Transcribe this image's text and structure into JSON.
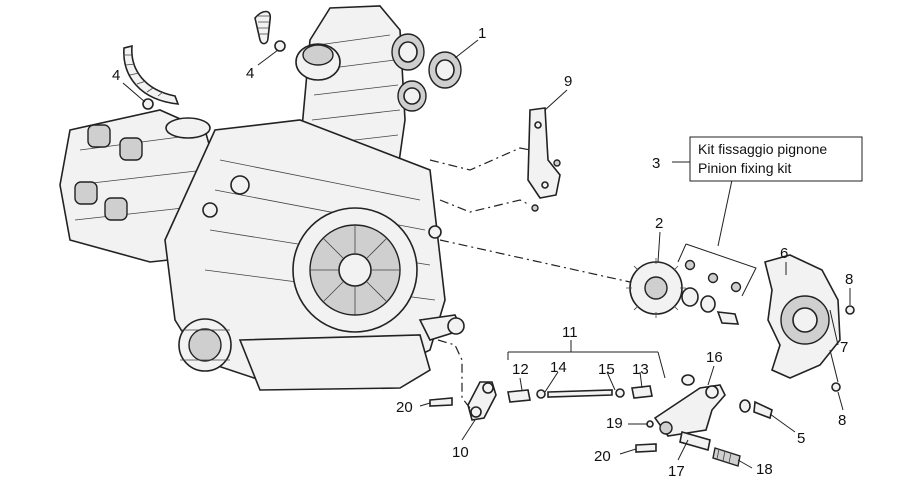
{
  "kit_box": {
    "line1": "Kit fissaggio pignone",
    "line2": "Pinion fixing kit"
  },
  "callouts": [
    {
      "id": "c1",
      "label": "1"
    },
    {
      "id": "c2",
      "label": "2"
    },
    {
      "id": "c3",
      "label": "3"
    },
    {
      "id": "c4a",
      "label": "4"
    },
    {
      "id": "c4b",
      "label": "4"
    },
    {
      "id": "c5",
      "label": "5"
    },
    {
      "id": "c6",
      "label": "6"
    },
    {
      "id": "c7",
      "label": "7"
    },
    {
      "id": "c8a",
      "label": "8"
    },
    {
      "id": "c8b",
      "label": "8"
    },
    {
      "id": "c9",
      "label": "9"
    },
    {
      "id": "c10",
      "label": "10"
    },
    {
      "id": "c11",
      "label": "11"
    },
    {
      "id": "c12",
      "label": "12"
    },
    {
      "id": "c13",
      "label": "13"
    },
    {
      "id": "c14",
      "label": "14"
    },
    {
      "id": "c15",
      "label": "15"
    },
    {
      "id": "c16",
      "label": "16"
    },
    {
      "id": "c17",
      "label": "17"
    },
    {
      "id": "c18",
      "label": "18"
    },
    {
      "id": "c19",
      "label": "19"
    },
    {
      "id": "c20a",
      "label": "20"
    },
    {
      "id": "c20b",
      "label": "20"
    }
  ]
}
